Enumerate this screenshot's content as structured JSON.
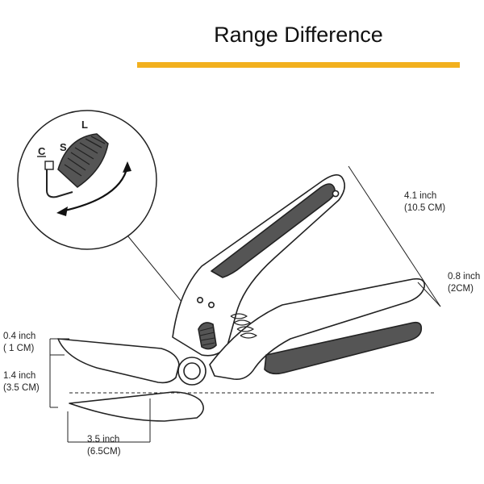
{
  "title": "Range Difference",
  "colors": {
    "accent": "#f2b01e",
    "grip": "#555555",
    "outline": "#222222"
  },
  "zoom_inset": {
    "positions": [
      "C",
      "S",
      "L"
    ]
  },
  "measurements": {
    "handle_length": {
      "value": "4.1 inch",
      "metric": "(10.5 CM)"
    },
    "handle_width": {
      "value": "0.8 inch",
      "metric": "(2CM)"
    },
    "tip_gap": {
      "value": "0.4 inch",
      "metric": "( 1 CM)"
    },
    "jaw_opening": {
      "value": "1.4 inch",
      "metric": "(3.5 CM)"
    },
    "blade_length": {
      "value": "3.5 inch",
      "metric": "(6.5CM)"
    }
  }
}
